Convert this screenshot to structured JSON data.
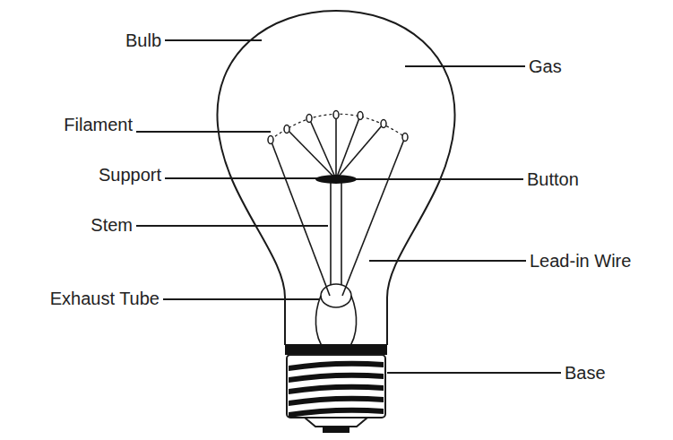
{
  "diagram": {
    "labels": [
      "Bulb",
      "Gas",
      "Filament",
      "Support",
      "Button",
      "Stem",
      "Lead-in Wire",
      "Exhaust Tube",
      "Base"
    ]
  }
}
